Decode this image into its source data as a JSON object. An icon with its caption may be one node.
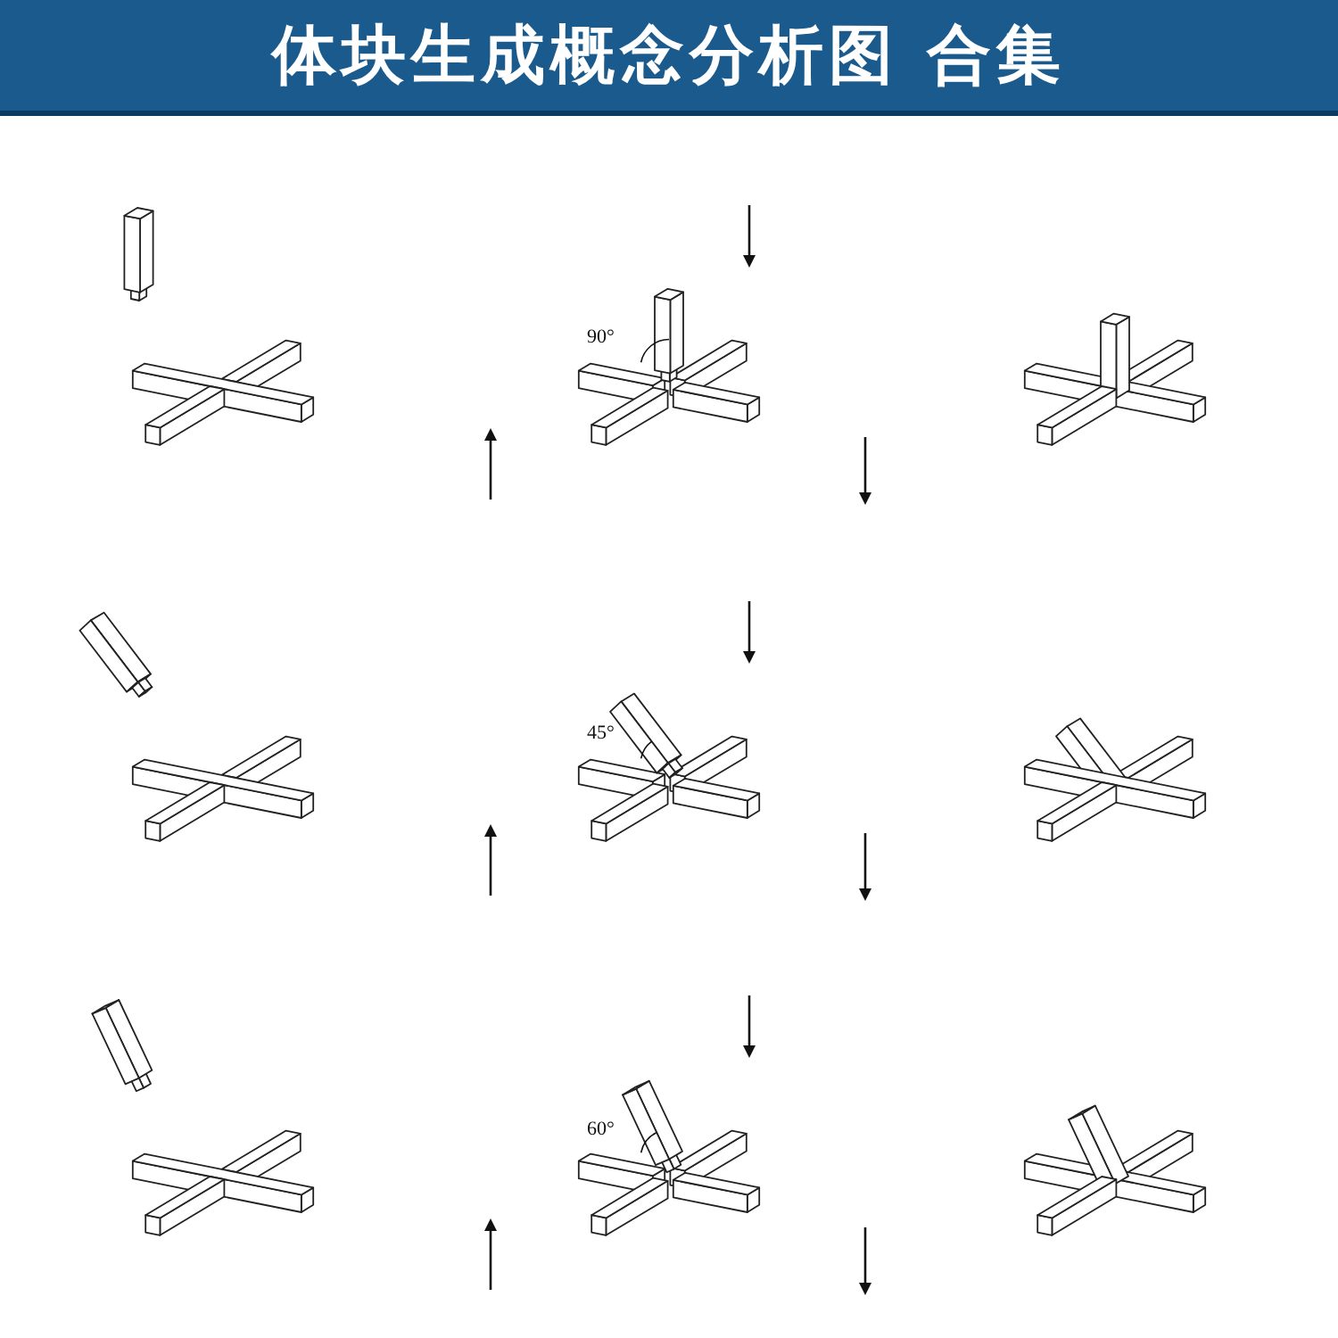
{
  "diagram": {
    "title": "体块生成概念分析图 合集",
    "labels": [
      "90°",
      "45°",
      "60°"
    ]
  }
}
